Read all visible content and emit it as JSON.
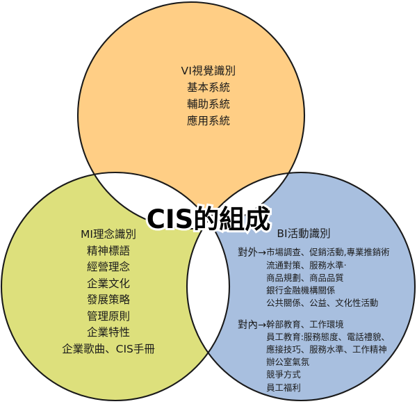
{
  "diagram": {
    "title": "CIS的組成",
    "type": "venn-three-circle",
    "colors": {
      "top_circle": "#FFCE85",
      "left_circle": "#DDE07C",
      "right_circle": "#A8BFDF",
      "overlap": "#FFFFFF",
      "outline": "#1a1a1a",
      "text": "#1a1a1a",
      "title_text": "#000000",
      "title_stroke": "#FFFFFF"
    }
  },
  "vi": {
    "header": "VI視覺識別",
    "items": [
      "基本系統",
      "輔助系統",
      "應用系統"
    ]
  },
  "mi": {
    "header": "MI理念識別",
    "items": [
      "精神標語",
      "經營理念",
      "企業文化",
      "發展策略",
      "管理原則",
      "企業特性",
      "企業歌曲、CIS手冊"
    ]
  },
  "bi": {
    "header": "BI活動識別",
    "groups": [
      {
        "tag": "對外→",
        "lines": [
          "市場調查、促銷活動,專業推銷術",
          "流通對策、服務水準‧",
          "商品規劃、商品品質",
          "銀行金融機構關係",
          "公共關係、公益、文化性活動"
        ]
      },
      {
        "tag": "對內→",
        "lines": [
          "幹部教育、工作環境",
          "員工教育:服務態度、電話禮貌、",
          "應接技巧、服務水準、工作精神",
          "辦公室氣氛",
          "競爭方式",
          "員工福利"
        ]
      }
    ]
  }
}
